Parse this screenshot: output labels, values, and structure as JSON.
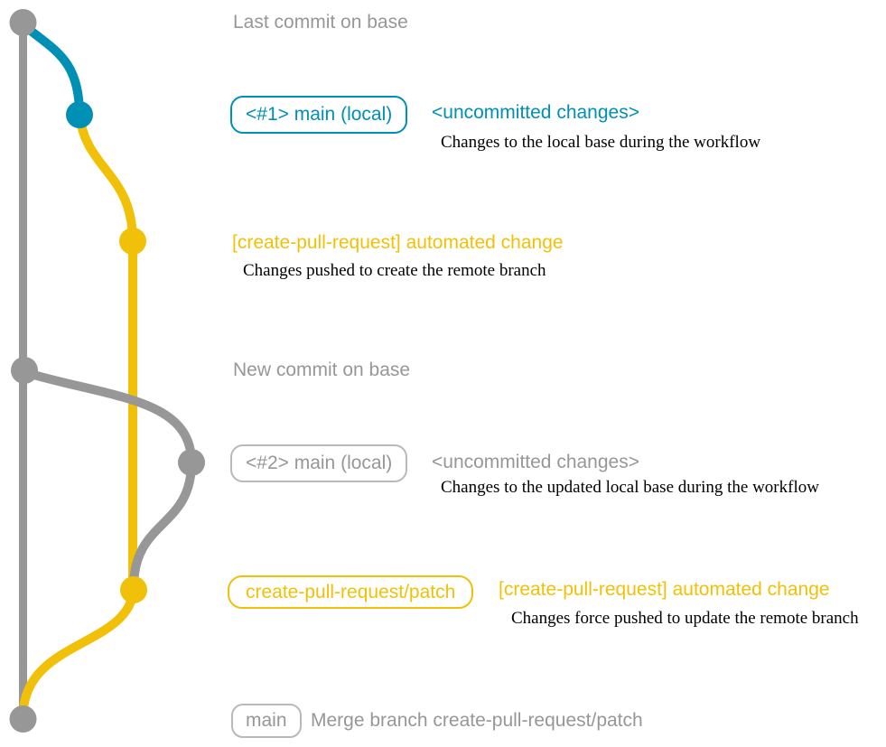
{
  "colors": {
    "gray": "#979797",
    "gray_border": "#b9b9b9",
    "blue": "#008fb5",
    "yellow": "#f1c109",
    "black": "#000000"
  },
  "labels": {
    "last_commit": "Last commit on base",
    "new_commit": "New commit on base",
    "section1": {
      "badge": "<#1> main (local)",
      "status": "<uncommitted changes>",
      "note": "Changes to the local base during the workflow"
    },
    "section2": {
      "title": "[create-pull-request] automated change",
      "note": "Changes pushed to create the remote branch"
    },
    "section3": {
      "badge": "<#2> main (local)",
      "status": "<uncommitted changes>",
      "note": "Changes to the updated local base during the workflow"
    },
    "section4": {
      "badge": "create-pull-request/patch",
      "title": "[create-pull-request] automated change",
      "note": "Changes force pushed to update the remote branch"
    },
    "section5": {
      "badge": "main",
      "note": "Merge branch create-pull-request/patch"
    }
  }
}
